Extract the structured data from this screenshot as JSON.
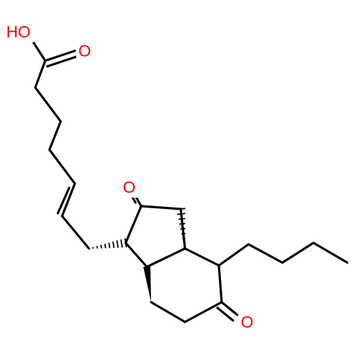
{
  "colors": {
    "bond": "#000000",
    "oxygen": "#ff0000",
    "background": "#ffffff"
  },
  "atom_labels": {
    "acid_hydroxyl": "HO",
    "acid_carbonyl_oxygen": "O",
    "ring_ketone_oxygen_upper": "O",
    "ring_ketone_oxygen_lower": "O"
  }
}
